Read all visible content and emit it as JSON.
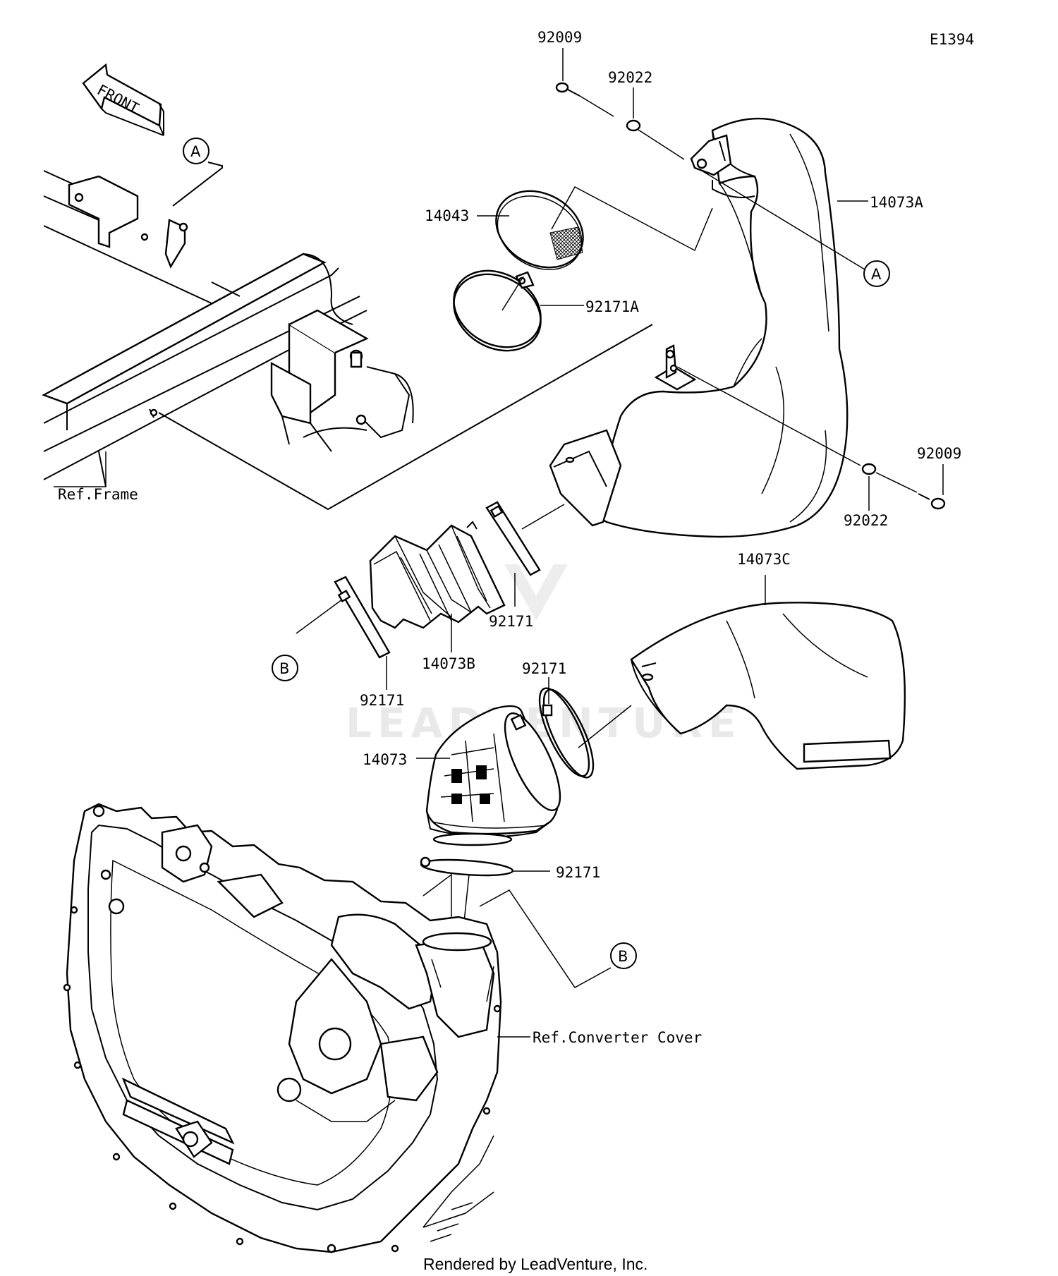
{
  "diagram_code": "E1394",
  "front_label": "FRONT",
  "watermark": "LEADVENTURE",
  "ref_labels": {
    "frame": "Ref.Frame",
    "converter_cover": "Ref.Converter Cover"
  },
  "callouts": {
    "a_upper": "A",
    "a_lower": "A",
    "b_left": "B",
    "b_lower": "B"
  },
  "part_labels": {
    "bolt_top": "92009",
    "washer_top": "92022",
    "duct_a": "14073A",
    "screen": "14043",
    "clamp_a": "92171A",
    "bolt_right": "92009",
    "washer_right": "92022",
    "duct_c": "14073C",
    "clamp_upper_right": "92171",
    "clamp_mid": "92171",
    "boot_b": "14073B",
    "clamp_left": "92171",
    "duct_14073": "14073",
    "clamp_lower": "92171"
  },
  "footer": "Rendered by LeadVenture, Inc."
}
